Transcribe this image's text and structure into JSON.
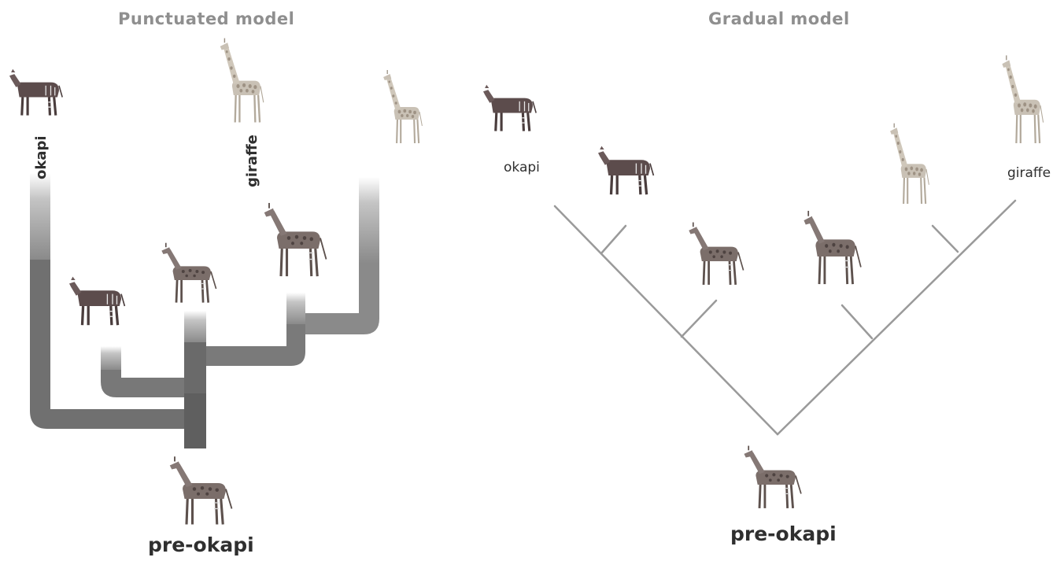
{
  "punctuated": {
    "title": "Punctuated model",
    "okapi_label": "okapi",
    "giraffe_label": "giraffe",
    "root_label": "pre-okapi"
  },
  "gradual": {
    "title": "Gradual model",
    "okapi_label": "okapi",
    "giraffe_label": "giraffe",
    "root_label": "pre-okapi"
  },
  "colors": {
    "branch_thick": "#6e6e6e",
    "branch_thin": "#9a9a9a",
    "okapi_body": "#5a4a4a",
    "giraffe_body": "#b9b0a4",
    "title": "#8f8f8f"
  },
  "icons": [
    "okapi-icon",
    "giraffe-icon",
    "intermediate-animal-icon"
  ]
}
